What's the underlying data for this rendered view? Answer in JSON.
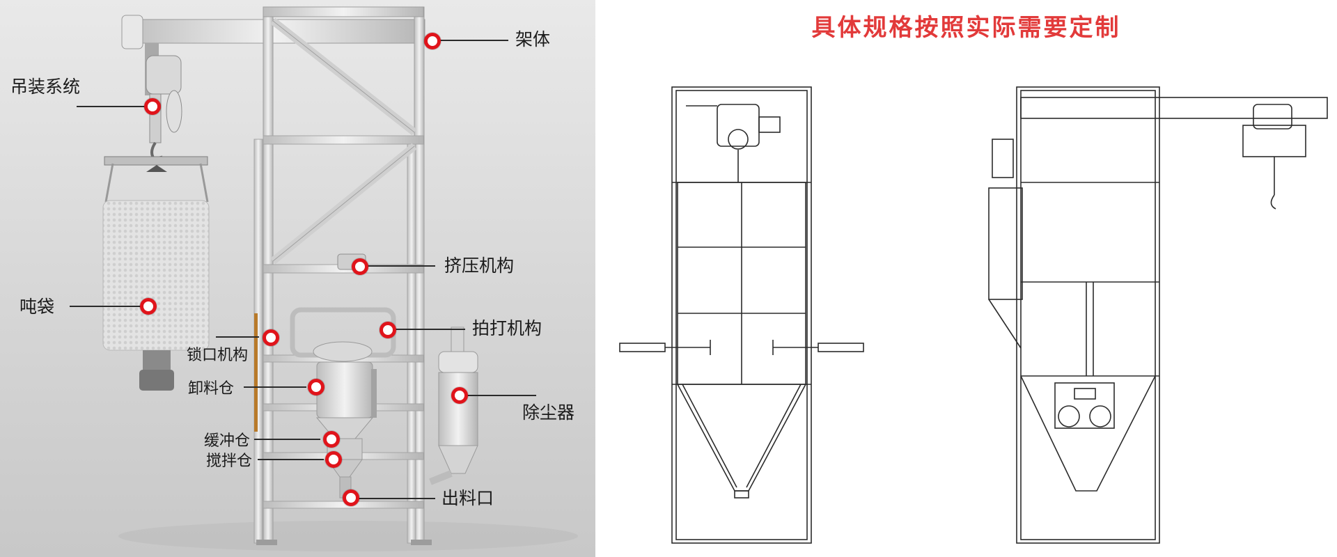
{
  "spec_note": "具体规格按照实际需要定制",
  "parts": [
    {
      "id": "frame",
      "label": "架体"
    },
    {
      "id": "hoist",
      "label": "吊装系统"
    },
    {
      "id": "squeeze",
      "label": "挤压机构"
    },
    {
      "id": "ton_bag",
      "label": "吨袋"
    },
    {
      "id": "beater",
      "label": "拍打机构"
    },
    {
      "id": "lock",
      "label": "锁口机构"
    },
    {
      "id": "discharge_bin",
      "label": "卸料仓"
    },
    {
      "id": "dust",
      "label": "除尘器"
    },
    {
      "id": "buffer",
      "label": "缓冲仓"
    },
    {
      "id": "mixer",
      "label": "搅拌仓"
    },
    {
      "id": "outlet",
      "label": "出料口"
    }
  ],
  "colors": {
    "marker": "#e0141b",
    "title": "#e23a3a",
    "steel": "#d7d7d7",
    "drawing": "#2b2b2b"
  }
}
